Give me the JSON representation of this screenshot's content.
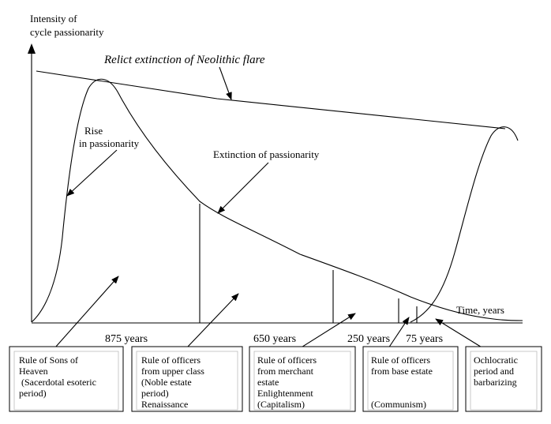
{
  "axis": {
    "y_label_line1": "Intensity of",
    "y_label_line2": "cycle passionarity",
    "x_label": "Time, years"
  },
  "annotations": {
    "relict": "Relict extinction of Neolithic flare",
    "rise_line1": "Rise",
    "rise_line2": "in passionarity",
    "extinction": "Extinction of passionarity"
  },
  "durations": [
    "875 years",
    "650 years",
    "250 years",
    "75 years"
  ],
  "boxes": [
    {
      "lines": [
        "Rule of Sons of",
        "Heaven",
        " (Sacerdotal esoteric",
        "period)"
      ]
    },
    {
      "lines": [
        "Rule of officers",
        "from upper class",
        "(Noble estate",
        "period)",
        "Renaissance"
      ]
    },
    {
      "lines": [
        "Rule of officers",
        "from merchant",
        "estate",
        "Enlightenment",
        "(Capitalism)"
      ]
    },
    {
      "lines": [
        "Rule of officers",
        "from base estate",
        "",
        "",
        "(Communism)"
      ]
    },
    {
      "lines": [
        "Ochlocratic",
        "period and",
        "barbarizing"
      ]
    }
  ]
}
